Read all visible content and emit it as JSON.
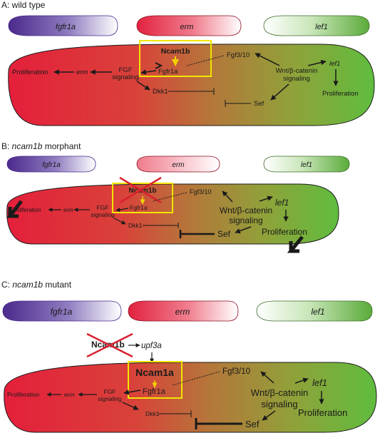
{
  "panels": [
    {
      "title_prefix": "A: ",
      "title_gene": "",
      "title_suffix": "wild type",
      "expression": [
        {
          "gene": "fgfr1a",
          "color": "#4b2a8c"
        },
        {
          "gene": "erm",
          "color": "#e2223f"
        },
        {
          "gene": "lef1",
          "color": "#5aab3a"
        }
      ],
      "network": {
        "box_label": "Ncam1b",
        "fgfr1a": "Fgfr1a",
        "fgf3_10": "Fgf3/10",
        "proliferation_left": "Proliferation",
        "erm": "erm",
        "fgf_signaling_1": "FGF",
        "fgf_signaling_2": "signaling",
        "dkk1": "Dkk1",
        "wnt_1": "Wnt/β-catenin",
        "wnt_2": "signaling",
        "lef1": "lef1",
        "proliferation_right": "Proliferation",
        "sef": "Sef"
      }
    },
    {
      "title_prefix": "B: ",
      "title_gene": "ncam1b",
      "title_suffix": " morphant",
      "expression": [
        {
          "gene": "fgfr1a",
          "color": "#4b2a8c"
        },
        {
          "gene": "erm",
          "color": "#e2223f"
        },
        {
          "gene": "lef1",
          "color": "#5aab3a"
        }
      ],
      "network": {
        "box_label": "Ncam1b",
        "fgfr1a": "Fgfr1a",
        "fgf3_10": "Fgf3/10",
        "proliferation_left": "Proliferation",
        "erm": "erm",
        "fgf_signaling_1": "FGF",
        "fgf_signaling_2": "signaling",
        "dkk1": "Dkk1",
        "wnt_1": "Wnt/β-catenin",
        "wnt_2": "signaling",
        "lef1": "lef1",
        "proliferation_right": "Proliferation",
        "sef": "Sef"
      }
    },
    {
      "title_prefix": "C: ",
      "title_gene": "ncam1b",
      "title_suffix": " mutant",
      "expression": [
        {
          "gene": "fgfr1a",
          "color": "#4b2a8c"
        },
        {
          "gene": "erm",
          "color": "#e2223f"
        },
        {
          "gene": "lef1",
          "color": "#5aab3a"
        }
      ],
      "upstream": {
        "ncam1b": "Ncam1b",
        "upf3a": "upf3a"
      },
      "network": {
        "box_label": "Ncam1a",
        "fgfr1a": "Fgfr1a",
        "fgf3_10": "Fgf3/10",
        "proliferation_left": "Proliferation",
        "erm": "erm",
        "fgf_signaling_1": "FGF",
        "fgf_signaling_2": "signaling",
        "dkk1": "Dkk1",
        "wnt_1": "Wnt/β-catenin",
        "wnt_2": "signaling",
        "lef1": "lef1",
        "proliferation_right": "Proliferation",
        "sef": "Sef"
      }
    }
  ],
  "colors": {
    "purple": "#4b2a8c",
    "red": "#e2223f",
    "green": "#5aab3a",
    "box": "#f2e500",
    "cross": "#d8202f",
    "arrow_yellow": "#f2d200"
  }
}
